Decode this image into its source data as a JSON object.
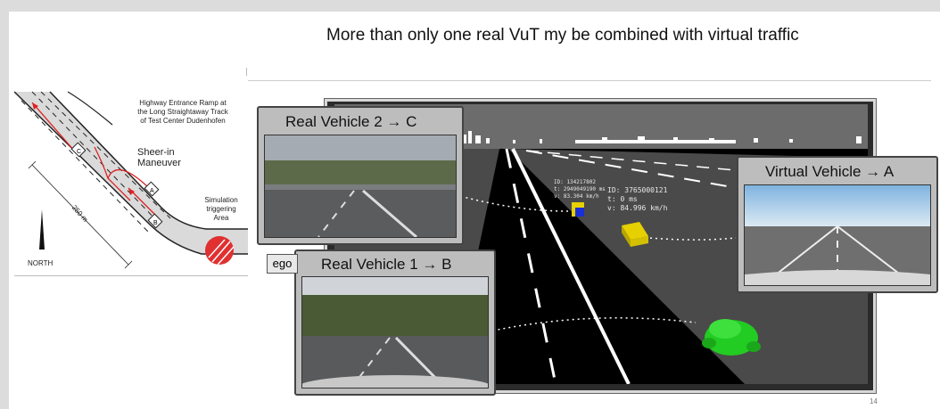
{
  "slide": {
    "title": "More than only one real VuT my be combined with virtual traffic",
    "page_number": "14"
  },
  "map": {
    "caption": "Highway Entrance Ramp at\nthe Long Straightaway Track\nof Test Center Dudenhofen",
    "maneuver": "Sheer-in\nManeuver",
    "distance": "250 m",
    "north": "NORTH",
    "trigger": "Simulation\ntriggering\nArea",
    "markers": [
      "C",
      "A",
      "B"
    ]
  },
  "callouts": {
    "real2": "Real Vehicle 2 → C",
    "real1": "Real Vehicle 1 → B",
    "virtual": "Virtual Vehicle → A",
    "ego": "ego"
  },
  "hud": {
    "left": "ID: 134217802\nt: 2949049190 ms\nv: 83.304 km/h",
    "right": "ID: 3765000121\nt: 0 ms\nv: 84.996 km/h"
  },
  "colors": {
    "ego_car": "#22cc22",
    "virtual_box": "#e6d000",
    "real_marker": "#1a2fd6",
    "trigger_area": "#e03030"
  }
}
